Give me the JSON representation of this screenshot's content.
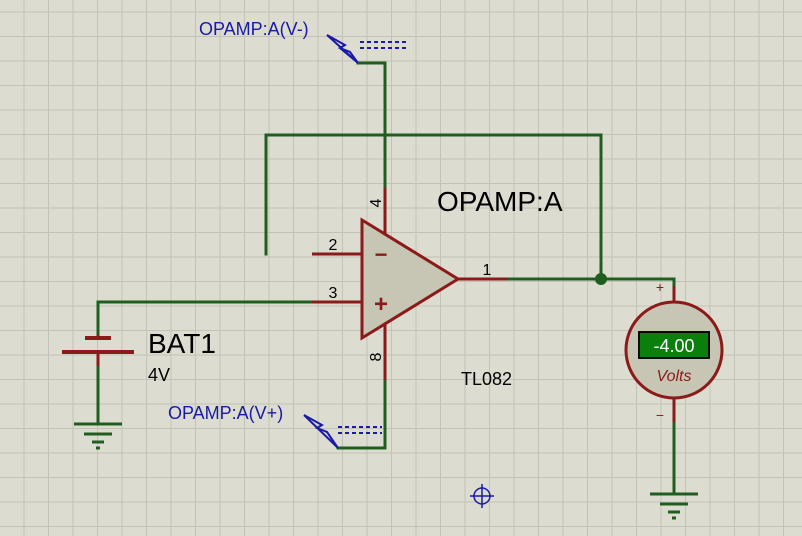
{
  "schematic": {
    "colors": {
      "background": "#dcdcd0",
      "grid": "#c2c2b6",
      "wire": "#1f5e1f",
      "pin": "#8b1a1a",
      "body_fill": "#c7c5b3",
      "label_blue": "#1a1aa8",
      "meter_display_bg": "#0b7f0b",
      "meter_display_text": "#ffffff"
    },
    "opamp": {
      "ref": "OPAMP:A",
      "part": "TL082",
      "pins": {
        "inv": "2",
        "noninv": "3",
        "out": "1",
        "vpos": "8",
        "vneg": "4"
      },
      "inv_symbol": "−",
      "noninv_symbol": "+"
    },
    "battery": {
      "ref": "BAT1",
      "value": "4V"
    },
    "terminals": {
      "vneg_label": "OPAMP:A(V-)",
      "vpos_label": "OPAMP:A(V+)"
    },
    "voltmeter": {
      "reading": "-4.00",
      "unit": "Volts",
      "plus": "+",
      "minus": "−"
    },
    "icons": {
      "cursor": "crosshair-cursor-icon",
      "ground": "ground-icon",
      "junction": "junction-dot-icon"
    }
  }
}
